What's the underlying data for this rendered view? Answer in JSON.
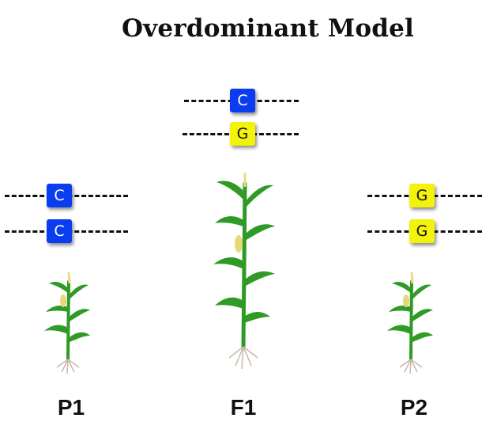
{
  "title": "Overdominant Model",
  "groups": {
    "p1": {
      "label": "P1",
      "alleles": [
        "C",
        "C"
      ],
      "allele_colors": [
        "#0a3cf0",
        "#0a3cf0"
      ]
    },
    "f1": {
      "label": "F1",
      "alleles": [
        "C",
        "G"
      ],
      "allele_colors": [
        "#0a3cf0",
        "#f2f20a"
      ]
    },
    "p2": {
      "label": "P2",
      "alleles": [
        "G",
        "G"
      ],
      "allele_colors": [
        "#f2f20a",
        "#f2f20a"
      ]
    }
  },
  "colors": {
    "allele_c": "#0a3cf0",
    "allele_g": "#f2f20a",
    "plant_leaf": "#2f9a25",
    "tassel": "#e9dc86",
    "roots": "#c8b9a6"
  }
}
